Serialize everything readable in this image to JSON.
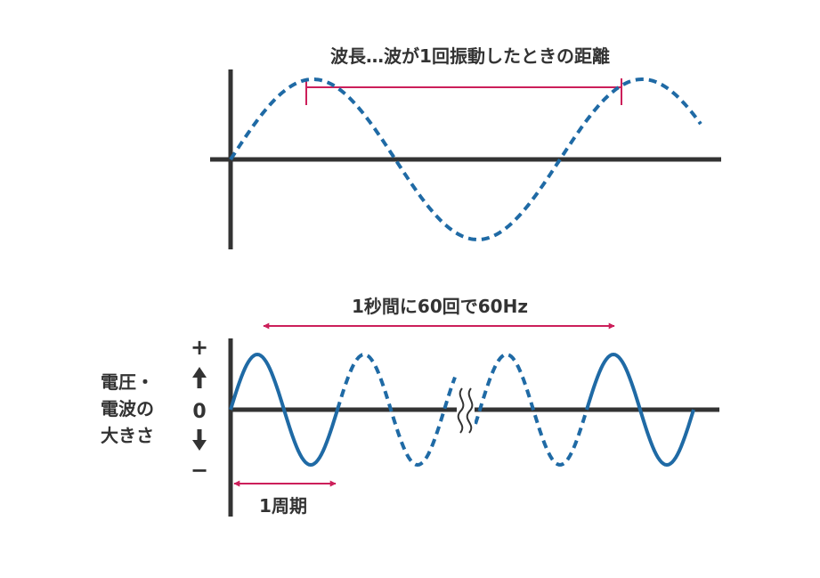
{
  "top_diagram": {
    "wavelength_label": "波長…波が1回振動したときの距離"
  },
  "bottom_diagram": {
    "frequency_label": "1秒間に60回で60Hz",
    "period_label": "1周期",
    "y_axis": {
      "plus_label": "+",
      "zero_label": "0",
      "minus_label": "−",
      "title_lines": [
        "電圧・",
        "電波の",
        "大きさ"
      ]
    }
  },
  "colors": {
    "axis": "#333333",
    "wave": "#1f6aa5",
    "annotation": "#cc1f5a",
    "text": "#333333"
  }
}
